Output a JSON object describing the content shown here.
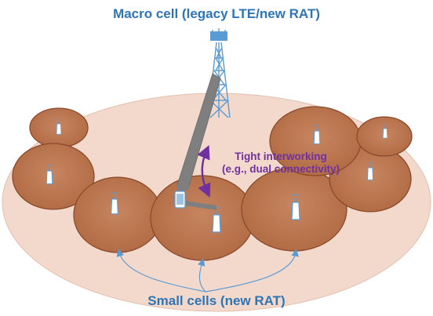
{
  "macro_cell_label": "Macro cell (legacy LTE/new RAT)",
  "small_cells_label": "Small cells (new RAT)",
  "interworking_label_line1": "Tight interworking",
  "interworking_label_line2": "(e.g., dual connectivity)",
  "colors": {
    "macro_area_fill": "#F3D9CC",
    "small_cell_fill": "#C07A55",
    "small_cell_stroke": "#8B4A2B",
    "tower_color": "#5B9BD5",
    "backhaul_link": "#7F7F7F",
    "interworking_arrow": "#7030A0",
    "label_blue": "#2E75B6",
    "pointer_arrows": "#5B9BD5"
  },
  "icons": [
    "macro-tower-icon",
    "small-cell-antenna-icon",
    "mobile-device-icon"
  ]
}
